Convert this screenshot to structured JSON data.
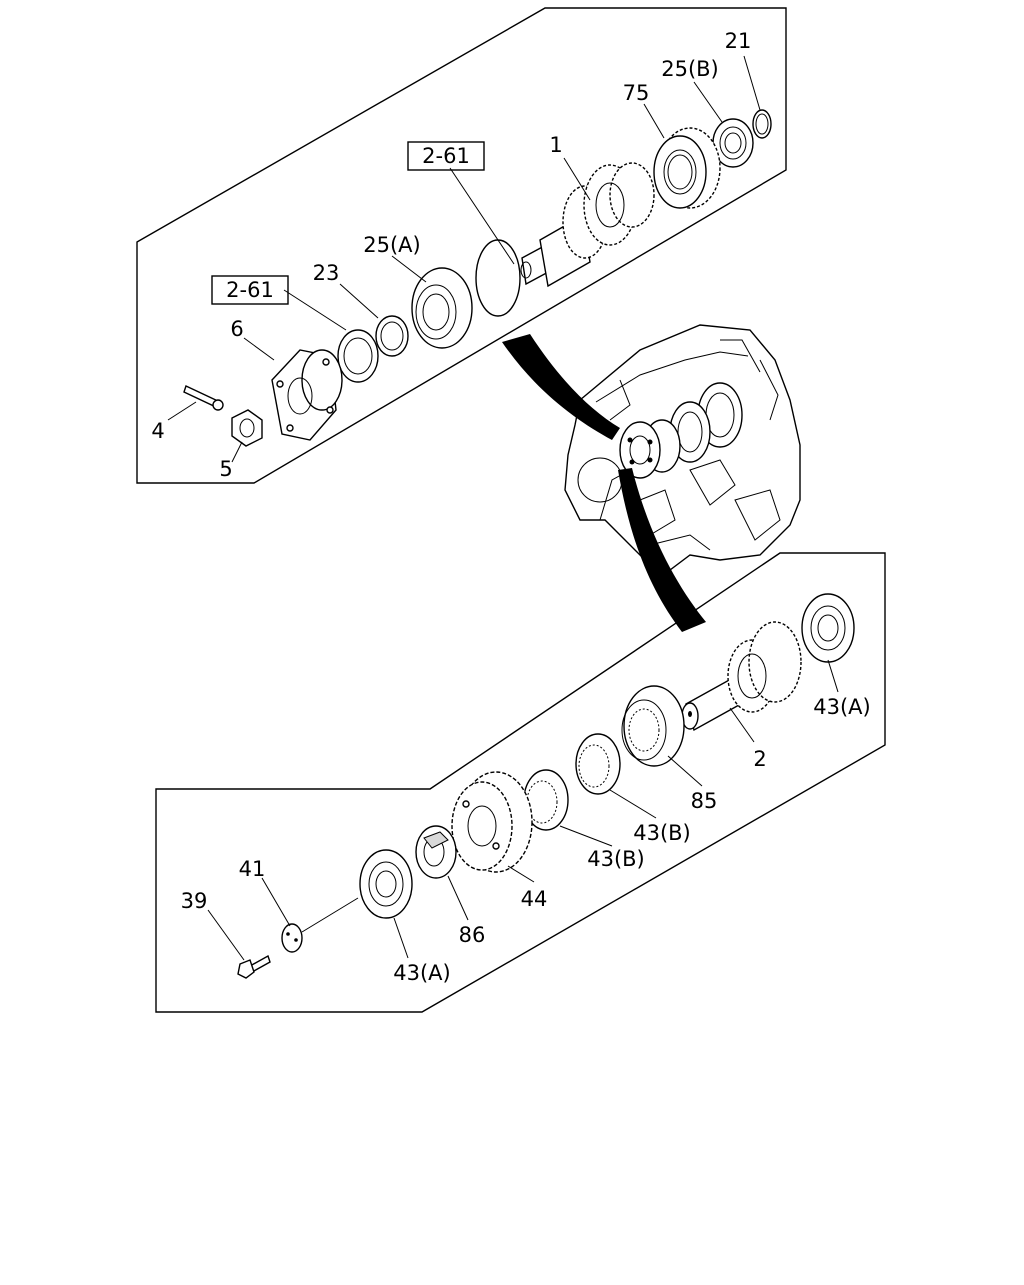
{
  "references": {
    "ref_upper": "2-61",
    "ref_lower": "2-61"
  },
  "callouts": {
    "c1": "1",
    "c2": "2",
    "c4": "4",
    "c5": "5",
    "c6": "6",
    "c21": "21",
    "c23": "23",
    "c25a": "25(A)",
    "c25b": "25(B)",
    "c75": "75",
    "c39": "39",
    "c41": "41",
    "c43a_top": "43(A)",
    "c43a_bottom": "43(A)",
    "c43b_1": "43(B)",
    "c43b_2": "43(B)",
    "c44": "44",
    "c85": "85",
    "c86": "86"
  }
}
